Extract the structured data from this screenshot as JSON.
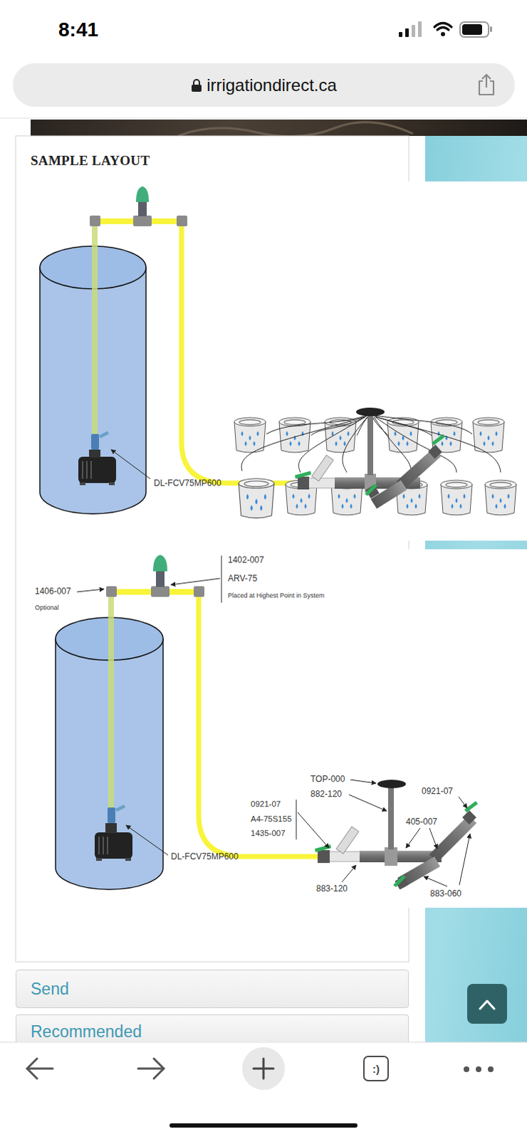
{
  "diagram": {
    "title": "SAMPLE LAYOUT",
    "nodes": [
      {
        "text": [
          "irrigationdirect.ca"
        ]
      },
      {
        "text": [
          "Send"
        ]
      },
      {
        "text": [
          "Recommended"
        ]
      },
      {
        "text": [
          ":)"
        ]
      }
    ],
    "labels": [
      "8:41",
      "DL-FCV75MP600",
      "1402-007",
      "ARV-75",
      "Placed at Highest Point in System",
      "1406-007",
      "Optional",
      "DL-FCV75MP600",
      "TOP-000",
      "882-120",
      "0921-07",
      "405-007",
      "0921-07",
      "A4-75S155",
      "1435-007",
      "883-120",
      "883-060"
    ]
  }
}
